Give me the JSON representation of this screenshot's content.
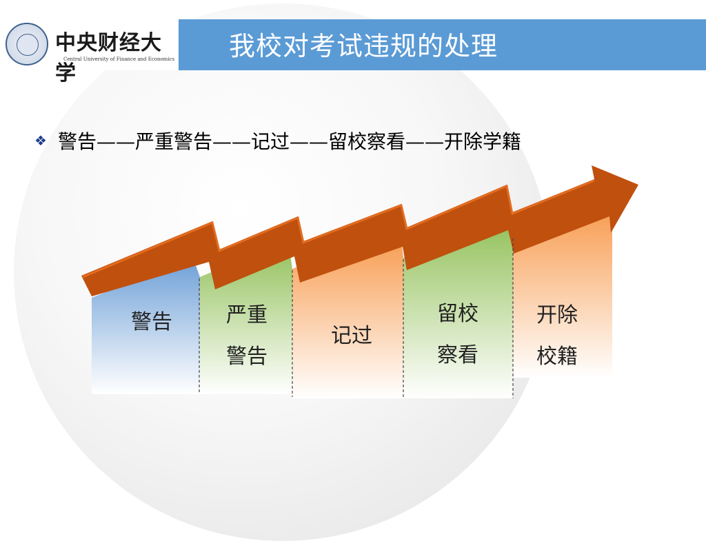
{
  "header": {
    "logo_cn": "中央财经大学",
    "logo_en": "Central University of Finance and Economics",
    "title": "我校对考试违规的处理"
  },
  "content": {
    "bullet_text": "警告——严重警告——记过——留校察看——开除学籍",
    "steps": [
      {
        "line1": "警告",
        "line2": ""
      },
      {
        "line1": "严重",
        "line2": "警告"
      },
      {
        "line1": "记过",
        "line2": ""
      },
      {
        "line1": "留校",
        "line2": "察看"
      },
      {
        "line1": "开除",
        "line2": "校籍"
      }
    ]
  },
  "colors": {
    "title_bar": "#5b9bd5",
    "arrow": "#c0500e",
    "step_blue": "#6d9fd7",
    "step_green": "#8fbf55",
    "step_orange": "#f79646"
  },
  "icons": {
    "bullet": "diamond-bullet-icon",
    "logo": "university-seal-icon"
  }
}
